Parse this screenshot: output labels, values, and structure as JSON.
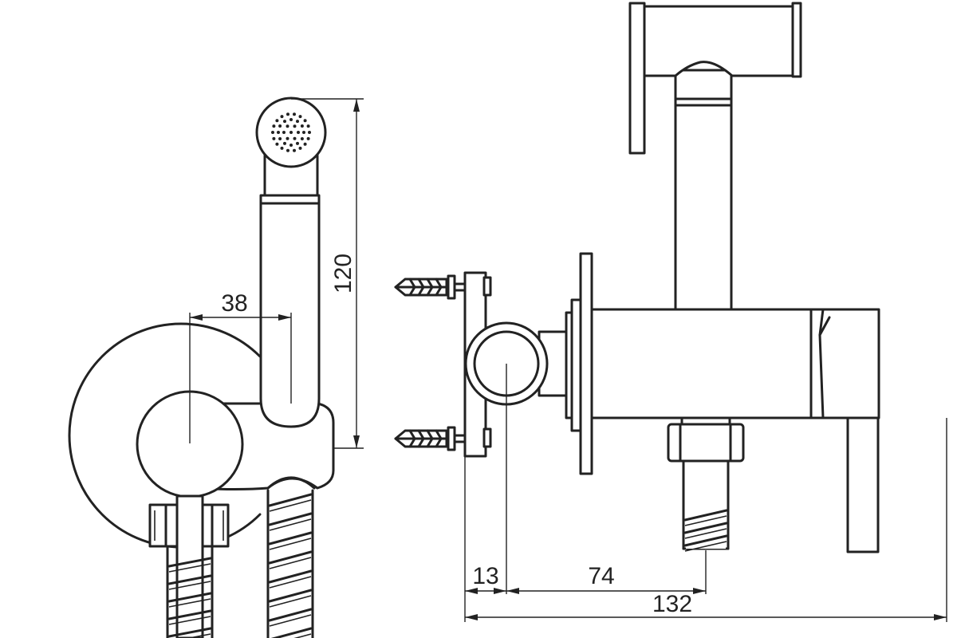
{
  "colors": {
    "line": "#222222",
    "background": "#ffffff"
  },
  "dimensions": {
    "height": "120",
    "center_offset": "38",
    "wall_to_axis": "13",
    "axis_to_hose": "74",
    "overall_depth": "132"
  }
}
